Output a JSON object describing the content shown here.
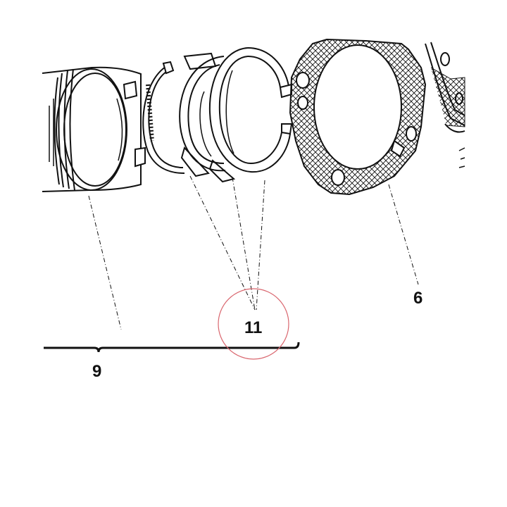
{
  "labels": {
    "piston": "9",
    "gasket": "6",
    "rings": "11"
  },
  "colors": {
    "line": "#111111",
    "highlight": "#d9666e",
    "background": "#ffffff"
  }
}
